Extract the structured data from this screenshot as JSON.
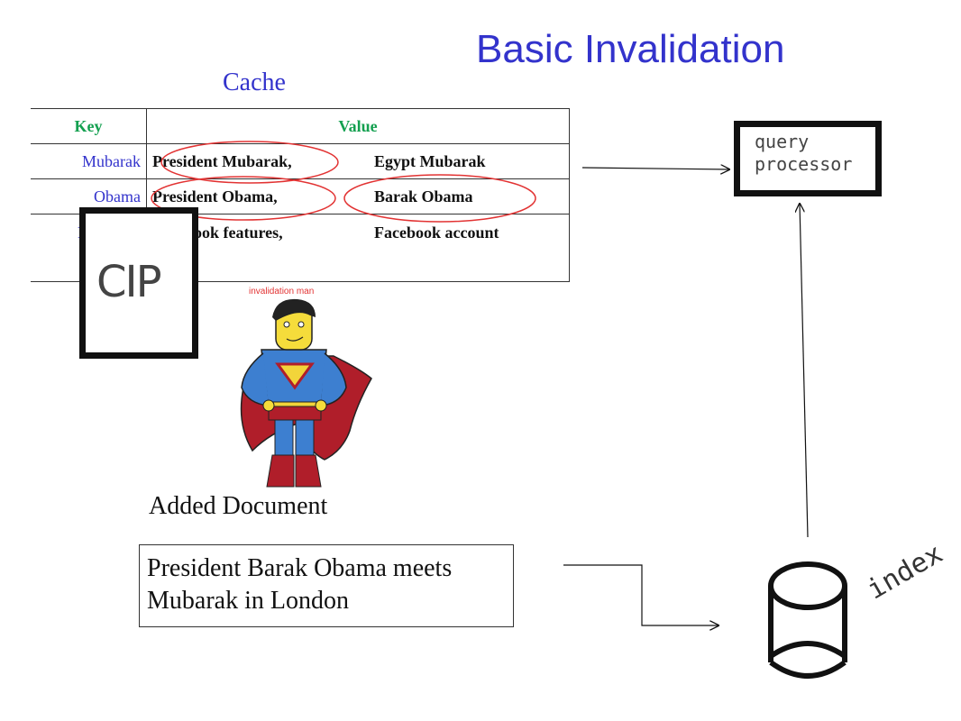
{
  "title": "Basic Invalidation",
  "cache": {
    "label": "Cache",
    "headers": {
      "key": "Key",
      "value": "Value"
    },
    "rows": [
      {
        "key": "Mubarak",
        "v1": "President Mubarak,",
        "v2": "Egypt Mubarak"
      },
      {
        "key": "Obama",
        "v1": "President Obama,",
        "v2": "Barak Obama"
      },
      {
        "key": "Facebook",
        "v1": "Facebook features,",
        "v2": "Facebook account"
      }
    ]
  },
  "cip_label": "CIP",
  "query_processor": {
    "line1": "query",
    "line2": "processor"
  },
  "superhero_caption": "invalidation man",
  "added_document": {
    "label": "Added Document",
    "line1": "President Barak Obama meets",
    "line2": "Mubarak in London"
  },
  "index_label": "index",
  "colors": {
    "title": "#3333cc",
    "header": "#14a050",
    "highlight": "#e23333"
  }
}
